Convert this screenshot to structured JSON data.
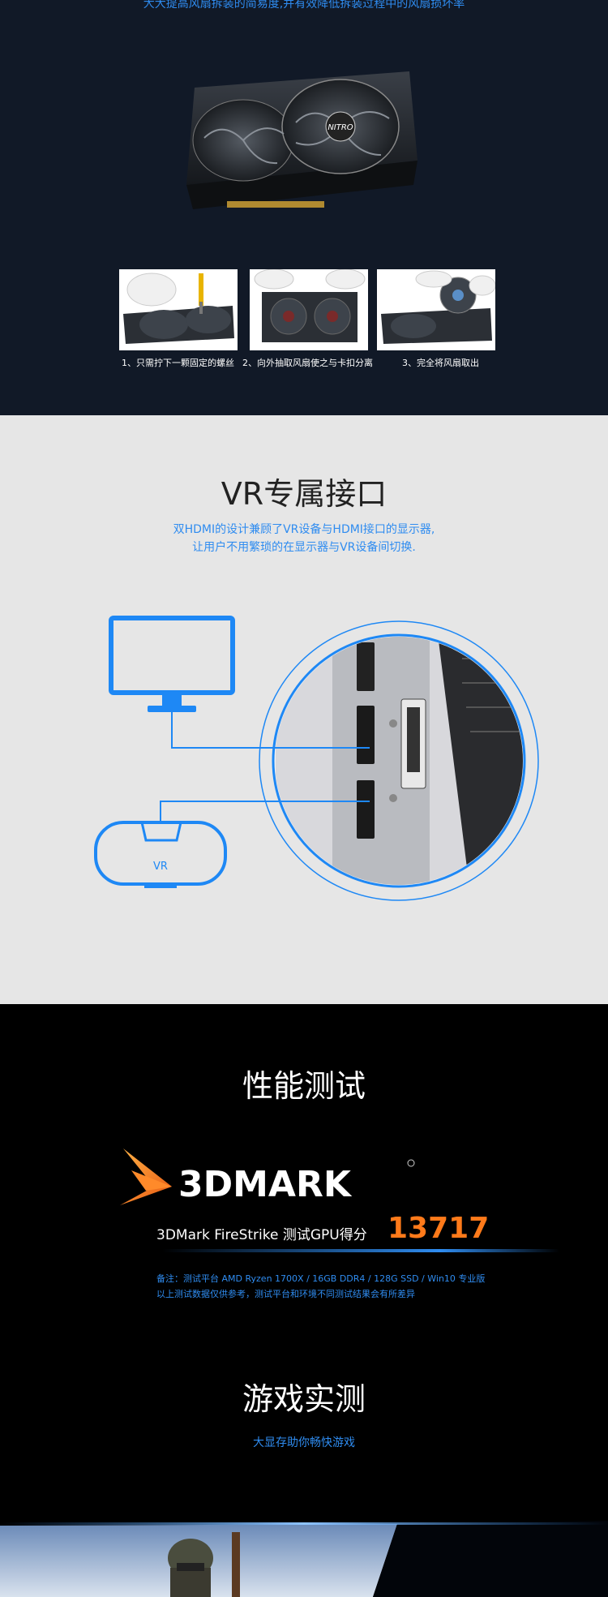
{
  "fan_section": {
    "top_text": "大大提高风扇拆装的简易度,并有效降低拆装过程中的风扇损坏率",
    "gpu_brand": "NITRO",
    "steps": [
      {
        "caption": "1、只需拧下一颗固定的螺丝"
      },
      {
        "caption": "2、向外抽取风扇使之与卡扣分离"
      },
      {
        "caption": "3、完全将风扇取出"
      }
    ]
  },
  "vr_section": {
    "title": "VR专属接口",
    "desc_line1": "双HDMI的设计兼顾了VR设备与HDMI接口的显示器,",
    "desc_line2": "让用户不用繁琐的在显示器与VR设备间切换.",
    "headset_label": "VR",
    "accent_color": "#2f8cf0"
  },
  "bench_section": {
    "title": "性能测试",
    "logo_text": "3DMARK",
    "score_label": "3DMark FireStrike 测试GPU得分",
    "score_value": "13717",
    "note_line1": "备注：测试平台 AMD Ryzen 1700X / 16GB DDR4 / 128G SSD / Win10 专业版",
    "note_line2": "以上测试数据仅供参考，测试平台和环境不同测试结果会有所差异",
    "score_color": "#ff7a1a"
  },
  "game_section": {
    "title": "游戏实测",
    "subtitle": "大显存助你畅快游戏"
  }
}
